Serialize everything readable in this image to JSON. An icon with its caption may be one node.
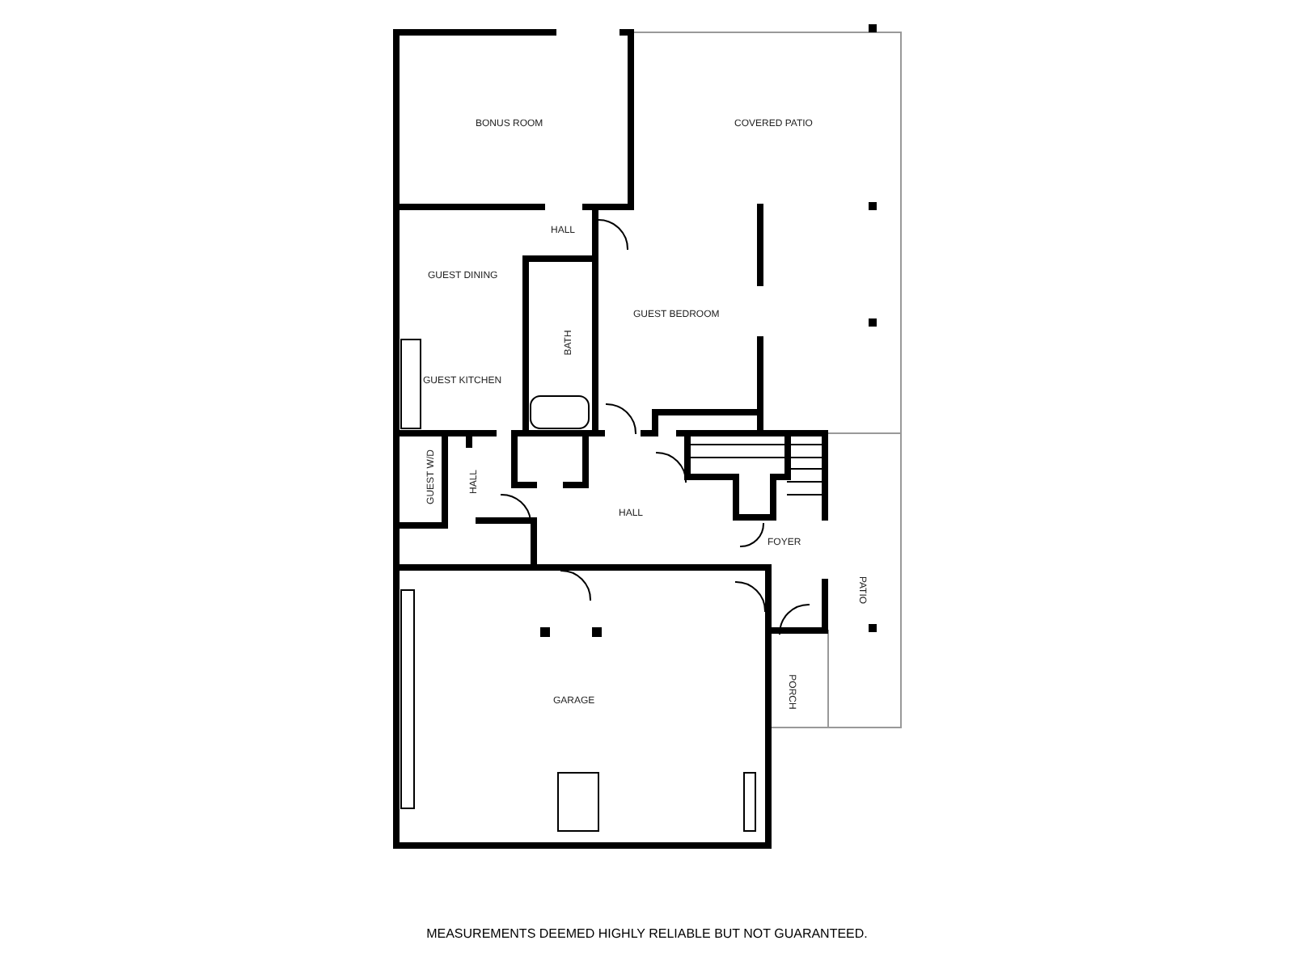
{
  "diagram": {
    "caption": "MEASUREMENTS DEEMED HIGHLY RELIABLE BUT NOT GUARANTEED.",
    "labels": [
      "BONUS ROOM",
      "COVERED PATIO",
      "HALL",
      "GUEST DINING",
      "GUEST BEDROOM",
      "BATH",
      "GUEST KITCHEN",
      "GUEST W/D",
      "HALL",
      "HALL",
      "FOYER",
      "PATIO",
      "PORCH",
      "GARAGE"
    ]
  }
}
